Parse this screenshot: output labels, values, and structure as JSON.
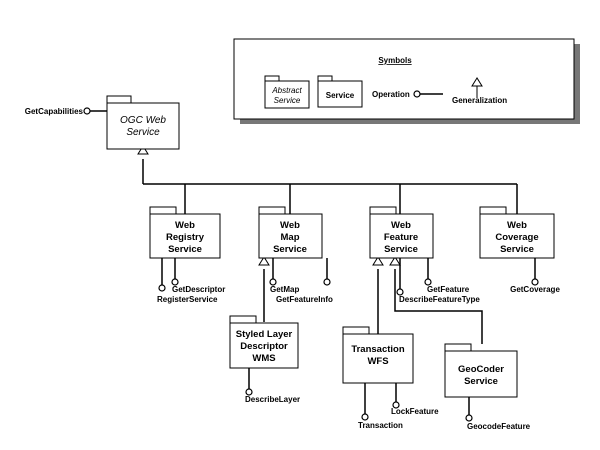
{
  "legend": {
    "title": "Symbols",
    "abstract_service": [
      "Abstract",
      "Service"
    ],
    "service": "Service",
    "operation": "Operation",
    "generalization": "Generalization"
  },
  "packages": {
    "ogc": {
      "lines": [
        "OGC Web",
        "Service"
      ],
      "abstract": true
    },
    "registry": {
      "lines": [
        "Web",
        "Registry",
        "Service"
      ]
    },
    "map": {
      "lines": [
        "Web",
        "Map",
        "Service"
      ]
    },
    "feature": {
      "lines": [
        "Web",
        "Feature",
        "Service"
      ]
    },
    "coverage": {
      "lines": [
        "Web",
        "Coverage",
        "Service"
      ]
    },
    "sld": {
      "lines": [
        "Styled Layer",
        "Descriptor",
        "WMS"
      ]
    },
    "transaction": {
      "lines": [
        "Transaction",
        "WFS"
      ]
    },
    "geocoder": {
      "lines": [
        "GeoCoder",
        "Service"
      ]
    }
  },
  "operations": {
    "get_capabilities": "GetCapabilities",
    "get_descriptor": "GetDescriptor",
    "register_service": "RegisterService",
    "get_map": "GetMap",
    "get_feature_info": "GetFeatureInfo",
    "get_feature": "GetFeature",
    "describe_feature_type": "DescribeFeatureType",
    "get_coverage": "GetCoverage",
    "describe_layer": "DescribeLayer",
    "lock_feature": "LockFeature",
    "transaction": "Transaction",
    "geocode_feature": "GeocodeFeature"
  }
}
